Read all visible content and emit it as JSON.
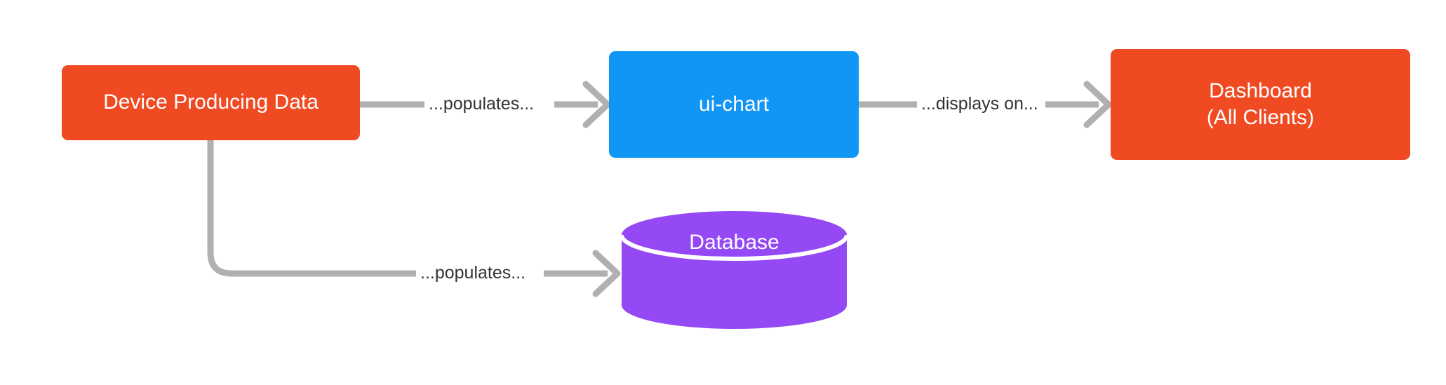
{
  "diagram": {
    "type": "flowchart",
    "direction": "left-to-right",
    "background_color": "#ffffff",
    "nodes": [
      {
        "id": "device",
        "label": "Device Producing Data",
        "shape": "rounded-rectangle",
        "fill_color": "#f04a23",
        "text_color": "#ffffff"
      },
      {
        "id": "ui-chart",
        "label": "ui-chart",
        "shape": "rounded-rectangle",
        "fill_color": "#1196f5",
        "text_color": "#ffffff"
      },
      {
        "id": "dashboard",
        "label_line1": "Dashboard",
        "label_line2": "(All Clients)",
        "shape": "rounded-rectangle",
        "fill_color": "#f04a23",
        "text_color": "#ffffff"
      },
      {
        "id": "database",
        "label": "Database",
        "shape": "cylinder",
        "fill_color": "#9549f5",
        "text_color": "#ffffff"
      }
    ],
    "edges": [
      {
        "id": "device-to-uichart",
        "from": "device",
        "to": "ui-chart",
        "label": "...populates...",
        "style": "solid",
        "arrow": "open",
        "color": "#b0b0b0"
      },
      {
        "id": "uichart-to-dashboard",
        "from": "ui-chart",
        "to": "dashboard",
        "label": "...displays on...",
        "style": "solid",
        "arrow": "open",
        "color": "#b0b0b0"
      },
      {
        "id": "device-to-database",
        "from": "device",
        "to": "database",
        "label": "...populates...",
        "style": "solid-elbow",
        "arrow": "open",
        "color": "#b0b0b0"
      }
    ],
    "edge_label_text_color": "#333333"
  }
}
